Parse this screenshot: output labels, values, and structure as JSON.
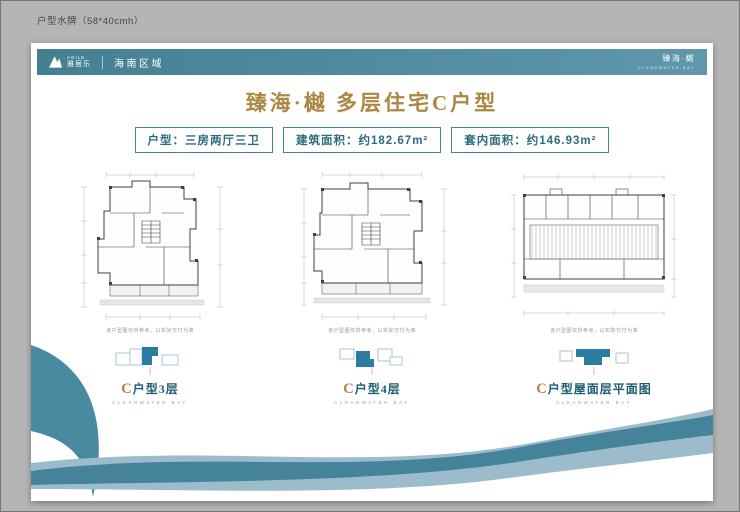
{
  "page": {
    "label": "户型水牌（58*40cmh）"
  },
  "header": {
    "brand_en": "AGILE",
    "brand_cn": "雅居乐",
    "region": "海南区域",
    "project": "臻海·樾",
    "project_en": "CLEARWATER BAY"
  },
  "title": "臻海·樾 多层住宅C户型",
  "info_boxes": [
    {
      "text": "户型：三房两厅三卫"
    },
    {
      "text": "建筑面积：约182.67m²"
    },
    {
      "text": "套内面积：约146.93m²"
    }
  ],
  "plans": [
    {
      "highlight": "C",
      "label": "户型3层",
      "en": "CLEARWATER BAY",
      "note": "该户型图仅供参考，以实际交付为准"
    },
    {
      "highlight": "C",
      "label": "户型4层",
      "en": "CLEARWATER BAY",
      "note": "该户型图仅供参考，以实际交付为准"
    },
    {
      "highlight": "C",
      "label": "户型屋面层平面图",
      "en": "CLEARWATER BAY",
      "note": "该户型图仅供参考，以实际交付为准"
    }
  ],
  "colors": {
    "teal": "#447f92",
    "gold": "#ab8743",
    "wave_light": "#9cbccb"
  }
}
